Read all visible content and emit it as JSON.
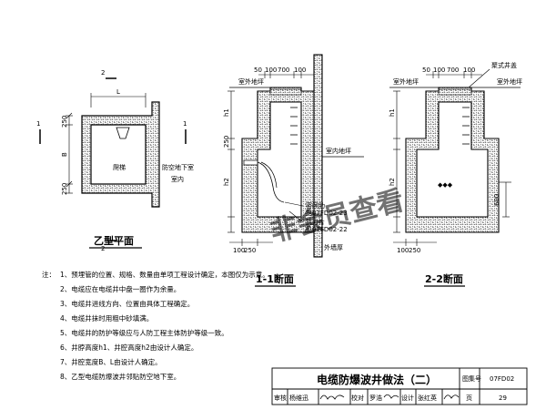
{
  "plan": {
    "title": "乙型平面",
    "cut_marks": [
      "1",
      "1",
      "2",
      "2"
    ],
    "dims": {
      "L": "L",
      "B": "B",
      "top": "250",
      "bottom": "250"
    },
    "ladder": "爬梯",
    "room_1": "防空地下室",
    "room_2": "室内"
  },
  "s1": {
    "title": "1-1断面",
    "top_dims": [
      "50",
      "100",
      "700",
      "100"
    ],
    "outdoor_ground": "室外地坪",
    "h1": "h1",
    "h2": "h2",
    "side_dim": "250",
    "indoor_ground": "室内地坪",
    "part1_name": "密闭肋",
    "part1_ref": "见07FD02-23",
    "part2_name": "抗力片",
    "part2_ref": "见07FD02-22",
    "bottom_dims": [
      "100",
      "250"
    ],
    "wall_tag": "外墙厚"
  },
  "s2": {
    "title": "2-2断面",
    "top_dims": [
      "50",
      "100",
      "700",
      "100"
    ],
    "cover": "聚式井盖",
    "outdoor_ground_1": "室外地坪",
    "outdoor_ground_2": "室外地坪",
    "h1": "h1",
    "h2": "h2",
    "vent_dim": "600",
    "bottom_dims": [
      "100",
      "250"
    ],
    "symbols": "◆◆◆"
  },
  "notes": {
    "prefix": "注：",
    "items": [
      "1、预埋管的位置、规格、数量由单项工程设计确定，本图仅为示意。",
      "2、电缆应在电缆井中盘一圈作为余量。",
      "3、电缆井进线方向、位置由具体工程确定。",
      "4、电缆井抹时用粗中砂填满。",
      "5、电缆井的防护等级应与人防工程主体防护等级一致。",
      "6、井脖高度h1、井腔高度h2由设计人确定。",
      "7、井腔宽度B、L由设计人确定。",
      "8、乙型电缆防爆波井邻贴防空地下室。"
    ]
  },
  "title_block": {
    "title": "电缆防爆波井做法（二）",
    "atlas_label": "图集号",
    "atlas_no": "07FD02",
    "review": "审核",
    "reviewer": "杨维迅",
    "check": "校对",
    "checker": "罗浩",
    "design": "设计",
    "designer": "张红英",
    "page_label": "页",
    "page_no": "29"
  },
  "watermark": "非会员查看"
}
